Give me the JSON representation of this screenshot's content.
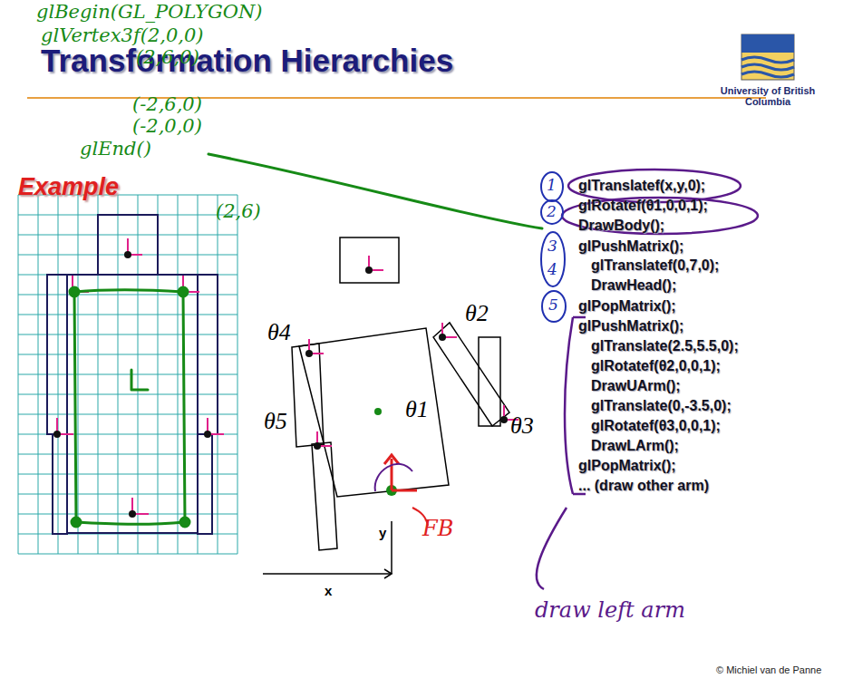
{
  "diagram": {
    "title": "Transformation Hierarchies",
    "labels": [
      "Example",
      "University of British Columbia",
      "glTranslatef(x,y,0);",
      "glRotatef(θ1,0,0,1);",
      "DrawBody();",
      "glPushMatrix();",
      "glTranslatef(0,7,0);",
      "DrawHead();",
      "glPopMatrix();",
      "glPushMatrix();",
      "glTranslate(2.5,5.5,0);",
      "glRotatef(θ2,0,0,1);",
      "DrawUArm();",
      "glTranslate(0,-3.5,0);",
      "glRotatef(θ3,0,0,1);",
      "DrawLArm();",
      "glPopMatrix();",
      "... (draw other arm)",
      "θ4",
      "θ2",
      "θ5",
      "θ3",
      "θ1",
      "y",
      "x",
      "© Michiel van de Panne",
      "glBegin(GL_POLYGON)",
      "glVertex3f(2,0,0)",
      "(2,6,0)",
      "(-2,6,0)",
      "(-2,0,0)",
      "glEnd()",
      "(2,6)",
      "FB",
      "draw left arm",
      "1",
      "2",
      "3",
      "4",
      "5"
    ]
  }
}
